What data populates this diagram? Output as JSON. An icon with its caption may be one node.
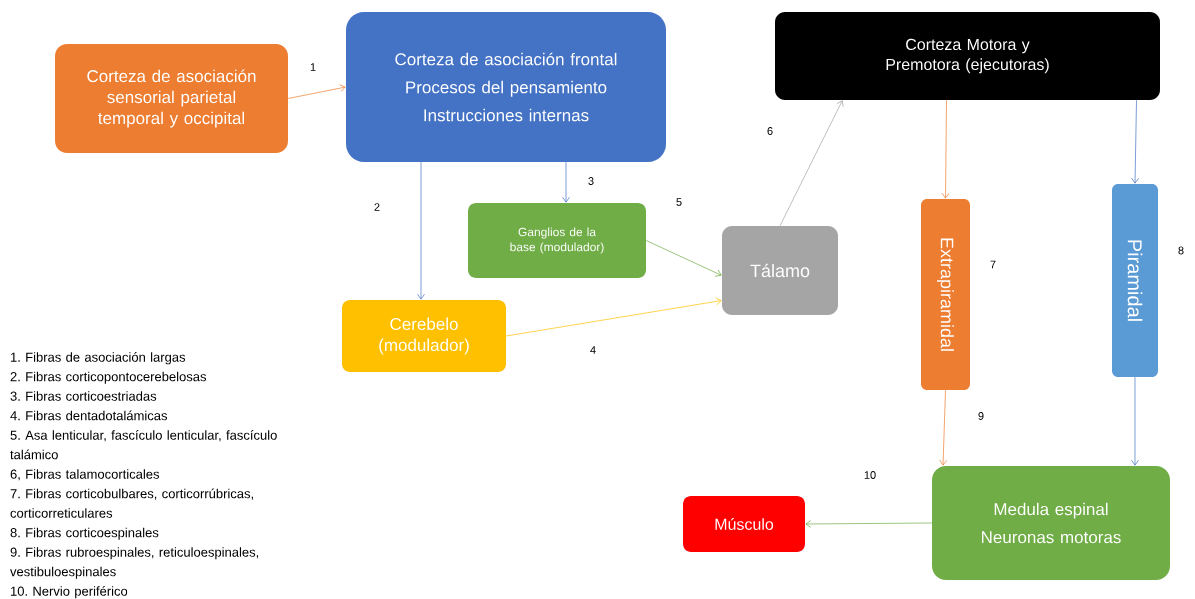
{
  "diagram": {
    "nodes": [
      {
        "text": [
          "Corteza de asociación sensorial parietal temporal y occipital"
        ]
      },
      {
        "text": [
          "Corteza de asociación frontal",
          "Procesos del pensamiento",
          "Instrucciones internas"
        ]
      },
      {
        "text": [
          "Ganglios de la base (modulador)"
        ]
      },
      {
        "text": [
          "Cerebelo (modulador)"
        ]
      },
      {
        "text": [
          "Tálamo"
        ]
      },
      {
        "text": [
          "Corteza Motora y Premotora (ejecutoras)"
        ]
      },
      {
        "text": [
          "Extrapiramidal"
        ],
        "beside": [
          "7"
        ]
      },
      {
        "text": [
          "Piramidal"
        ],
        "beside": [
          "8"
        ]
      },
      {
        "text": [
          "Medula espinal",
          "Neuronas motoras"
        ]
      },
      {
        "text": [
          "Músculo"
        ]
      }
    ],
    "edges": [
      {
        "from": 0,
        "to": 1,
        "arrow": "to",
        "label": "1",
        "color": "#ed7d31"
      },
      {
        "from": 1,
        "to": 3,
        "arrow": "to",
        "label": "2",
        "color": "#4472c4"
      },
      {
        "from": 1,
        "to": 2,
        "arrow": "to",
        "label": "3",
        "color": "#4472c4"
      },
      {
        "from": 3,
        "to": 4,
        "arrow": "to",
        "label": "4",
        "color": "#ffc000"
      },
      {
        "from": 2,
        "to": 4,
        "arrow": "to",
        "label": "5",
        "color": "#70ad47"
      },
      {
        "from": 4,
        "to": 5,
        "arrow": "to",
        "label": "6",
        "color": "#a5a5a5"
      },
      {
        "from": 5,
        "to": 6,
        "arrow": "to",
        "color": "#ed7d31"
      },
      {
        "from": 5,
        "to": 7,
        "arrow": "to",
        "color": "#4472c4"
      },
      {
        "from": 6,
        "to": 8,
        "arrow": "to",
        "label": "9",
        "color": "#ed7d31"
      },
      {
        "from": 7,
        "to": 8,
        "arrow": "to",
        "color": "#4472c4"
      },
      {
        "from": 8,
        "to": 9,
        "arrow": "to",
        "label": "10",
        "color": "#70ad47"
      }
    ],
    "labels": [
      "1. Fibras de asociación largas",
      "2. Fibras corticopontocerebelosas",
      "3. Fibras corticoestriadas",
      "4. Fibras dentadotalámicas",
      "5. Asa lenticular, fascículo lenticular, fascículo talámico",
      "6, Fibras talamocorticales",
      "7. Fibras  corticobulbares, corticorrúbricas, corticorreticulares",
      "8. Fibras corticoespinales",
      "9. Fibras rubroespinales, reticuloespinales, vestibuloespinales",
      "10. Nervio periférico"
    ]
  }
}
